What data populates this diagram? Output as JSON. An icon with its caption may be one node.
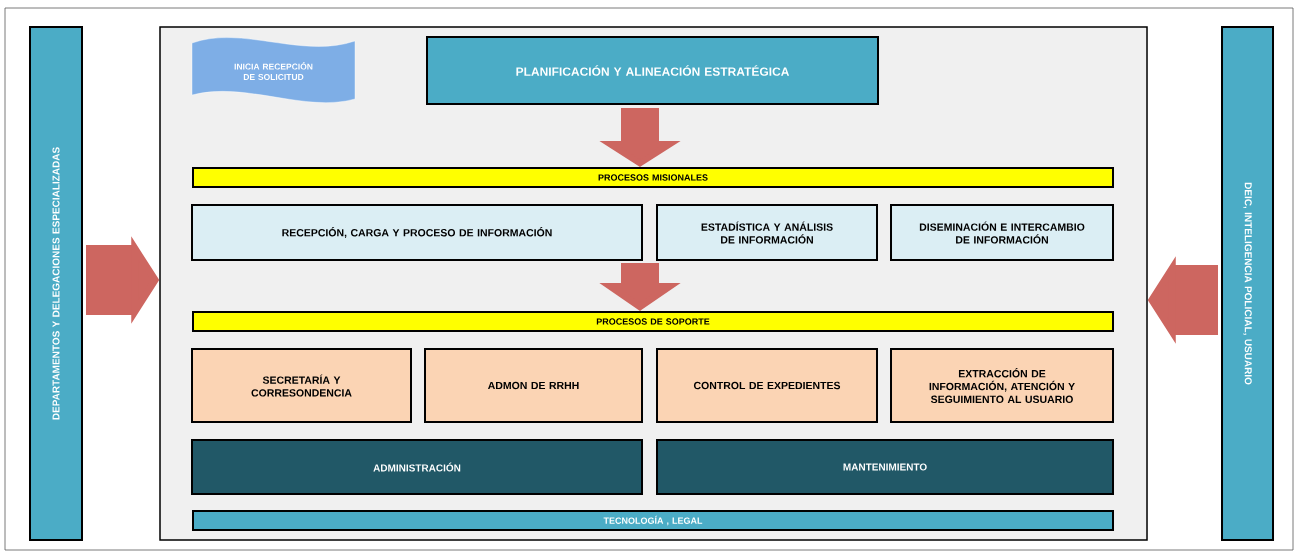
{
  "diagram": {
    "nodes": [
      {
        "text": [
          "DEPARTAMENTOS Y DELEGACIONES ESPECIALIZADAS"
        ]
      },
      {
        "text": [],
        "shape": "box"
      },
      {
        "text": [
          "INICIA RECEPCIÓN DE SOLICITUD"
        ],
        "in": 1
      },
      {
        "text": [
          "PLANIFICACIÓN Y ALINEACIÓN ESTRATÉGICA"
        ],
        "in": 1
      },
      {
        "text": [
          "PROCESOS MISIONALES"
        ],
        "in": 1
      },
      {
        "text": [
          "RECEPCIÓN, CARGA Y PROCESO DE INFORMACIÓN"
        ],
        "in": 1
      },
      {
        "text": [
          "ESTADÍSTICA Y ANÁLISIS DE INFORMACIÓN"
        ],
        "in": 1
      },
      {
        "text": [
          "DISEMINACIÓN E INTERCAMBIO DE INFORMACIÓN"
        ],
        "in": 1
      },
      {
        "text": [
          "PROCESOS DE SOPORTE"
        ],
        "in": 1
      },
      {
        "text": [
          "SECRETARÍA Y CORRESONDENCIA"
        ],
        "in": 1
      },
      {
        "text": [
          "ADMON DE RRHH"
        ],
        "in": 1
      },
      {
        "text": [
          "CONTROL DE EXPEDIENTES"
        ],
        "in": 1
      },
      {
        "text": [
          "EXTRACCIÓN DE INFORMACIÓN, ATENCIÓN Y SEGUIMIENTO AL USUARIO"
        ],
        "in": 1
      },
      {
        "text": [
          "ADMINISTRACIÓN"
        ],
        "in": 1
      },
      {
        "text": [
          "MANTENIMIENTO"
        ],
        "in": 1
      },
      {
        "text": [
          "TECNOLOGÍA , LEGAL"
        ],
        "in": 1
      },
      {
        "text": [
          "DEIC, INTELIGENCIA POLICIAL, USUARIO"
        ]
      }
    ],
    "edges": [
      {
        "from": 0,
        "to": 1,
        "arrow": "to",
        "style": "thick"
      },
      {
        "from": 3,
        "to": 4,
        "arrow": "to"
      },
      {
        "from": 5,
        "to": 8,
        "arrow": "to"
      },
      {
        "from": 16,
        "to": 1,
        "arrow": "to",
        "style": "thick"
      }
    ]
  }
}
